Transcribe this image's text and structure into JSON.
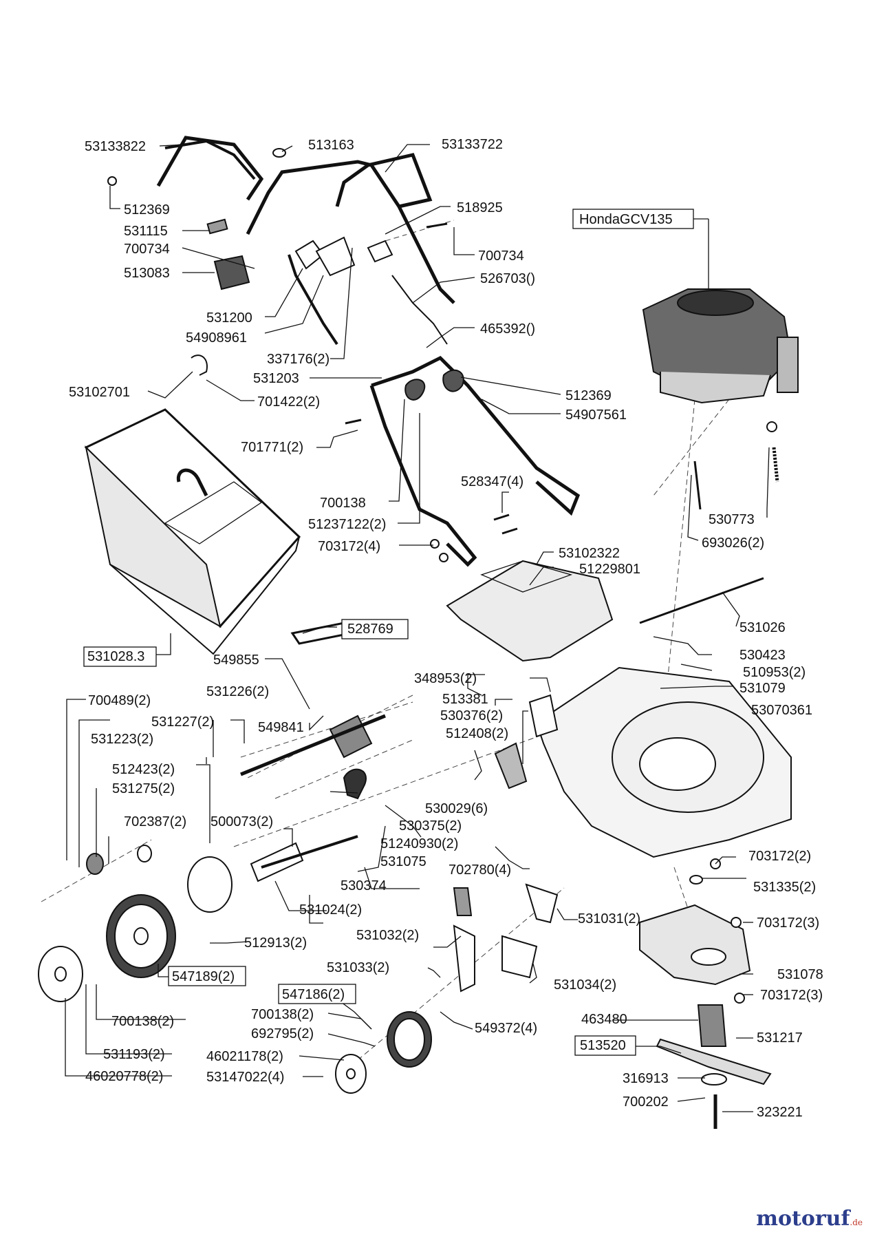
{
  "brand": {
    "name": "motoruf",
    "tld": ".de"
  },
  "engine_label": "HondaGCV135",
  "parts": {
    "p53133822": "53133822",
    "p513163": "513163",
    "p53133722": "53133722",
    "p512369a": "512369",
    "p518925": "518925",
    "p531115": "531115",
    "p700734a": "700734",
    "p700734b": "700734",
    "p513083": "513083",
    "p526703": "526703()",
    "p531200": "531200",
    "p465392": "465392()",
    "p54908961": "54908961",
    "p337176": "337176(2)",
    "p531203": "531203",
    "p512369b": "512369",
    "p53102701": "53102701",
    "p701422": "701422(2)",
    "p54907561": "54907561",
    "p701771": "701771(2)",
    "p528347": "528347(4)",
    "p700138a": "700138",
    "p51237122": "51237122(2)",
    "p530773": "530773",
    "p703172a": "703172(4)",
    "p693026": "693026(2)",
    "p53102322": "53102322",
    "p51229801": "51229801",
    "p531026": "531026",
    "p528769": "528769",
    "p531028": "531028.3",
    "p530423": "530423",
    "p549855": "549855",
    "p510953": "510953(2)",
    "p348953": "348953(2)",
    "p531079": "531079",
    "p531226": "531226(2)",
    "p513381": "513381",
    "p700489": "700489(2)",
    "p530376": "530376(2)",
    "p53070361": "53070361",
    "p531227": "531227(2)",
    "p549841": "549841",
    "p512408": "512408(2)",
    "p531223": "531223(2)",
    "p512423": "512423(2)",
    "p530029": "530029(6)",
    "p531275": "531275(2)",
    "p500073": "500073(2)",
    "p530375": "530375(2)",
    "p702387": "702387(2)",
    "p51240930": "51240930(2)",
    "p531075": "531075",
    "p703172b": "703172(2)",
    "p702780": "702780(4)",
    "p530374": "530374",
    "p531335": "531335(2)",
    "p531024": "531024(2)",
    "p531031": "531031(2)",
    "p703172c": "703172(3)",
    "p531032": "531032(2)",
    "p512913": "512913(2)",
    "p531078": "531078",
    "p547189": "547189(2)",
    "p531033": "531033(2)",
    "p531034": "531034(2)",
    "p547186": "547186(2)",
    "p703172d": "703172(3)",
    "p700138b": "700138(2)",
    "p700138c": "700138(2)",
    "p463480": "463480",
    "p549372": "549372(4)",
    "p692795": "692795(2)",
    "p531217": "531217",
    "p531193": "531193(2)",
    "p46021178": "46021178(2)",
    "p513520": "513520",
    "p46020778": "46020778(2)",
    "p53147022": "53147022(4)",
    "p316913": "316913",
    "p700202": "700202",
    "p323221": "323221"
  }
}
